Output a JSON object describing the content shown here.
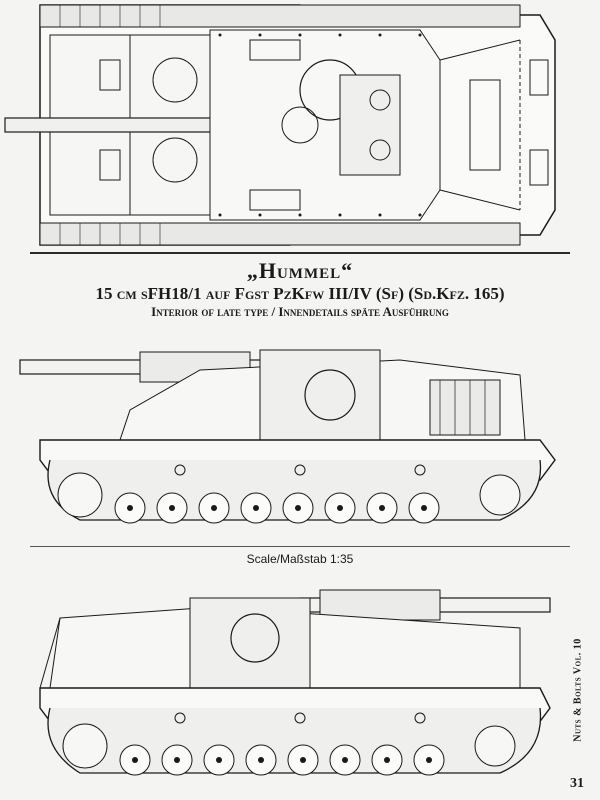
{
  "title": {
    "name": "„Hummel“",
    "designation": "15 cm sFH18/1 auf Fgst PzKfw III/IV (Sf) (Sd.Kfz. 165)",
    "subtitle": "Interior of late type / Innendetails späte Ausführung"
  },
  "scale_label": "Scale/Maßstab 1:35",
  "side_label": "Nuts & Bolts Vol. 10",
  "page_number": "31",
  "colors": {
    "ink": "#1a1a1a",
    "paper": "#f4f4f2"
  }
}
